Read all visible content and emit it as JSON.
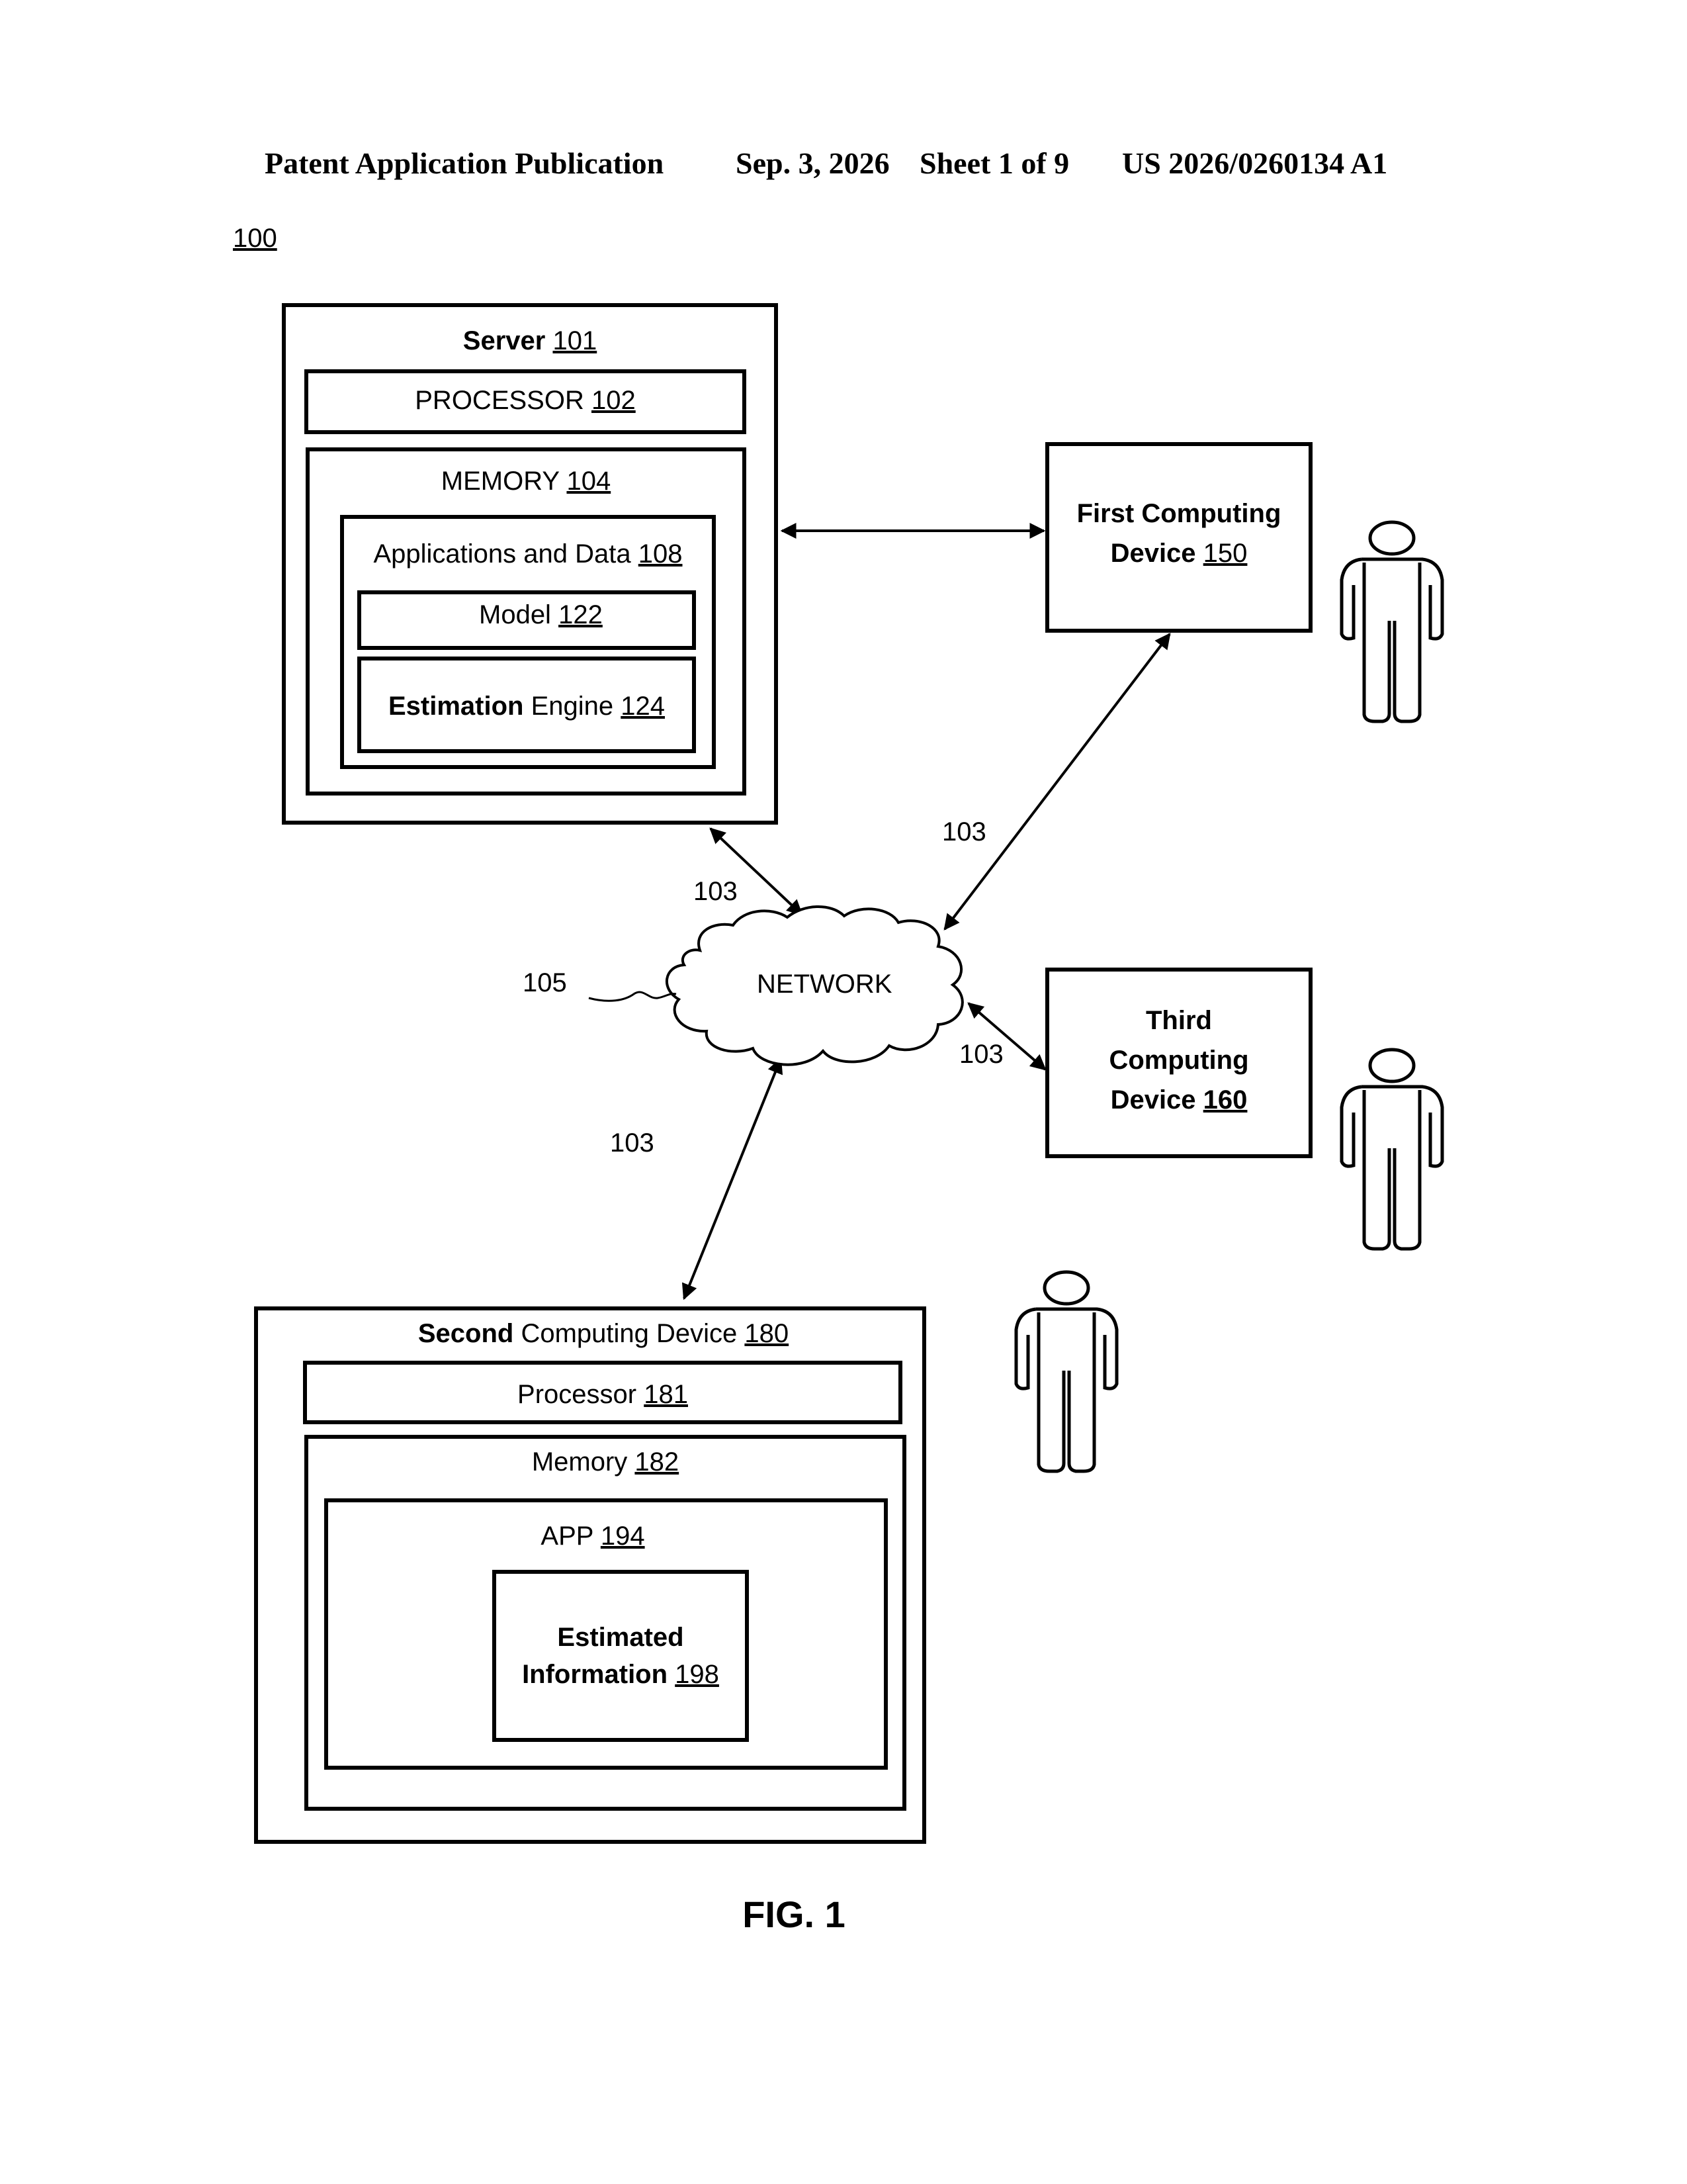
{
  "header": {
    "publication": "Patent Application Publication",
    "date": "Sep. 3, 2026",
    "sheet": "Sheet 1 of 9",
    "number": "US 2026/0260134 A1"
  },
  "figure_ref": "100",
  "server": {
    "title": "Server",
    "ref": "101",
    "processor": {
      "label": "PROCESSOR",
      "ref": "102"
    },
    "memory": {
      "label": "MEMORY",
      "ref": "104"
    },
    "apps": {
      "label": "Applications and Data",
      "ref": "108"
    },
    "model": {
      "label": "Model",
      "ref": "122"
    },
    "engine": {
      "label_bold": "Estimation",
      "label": "Engine",
      "ref": "124"
    }
  },
  "first_device": {
    "line1": "First Computing",
    "line2": "Device",
    "ref": "150"
  },
  "third_device": {
    "line1": "Third",
    "line2": "Computing",
    "line3": "Device",
    "ref": "160"
  },
  "second_device": {
    "title_bold": "Second",
    "title": "Computing Device",
    "ref": "180",
    "processor": {
      "label": "Processor",
      "ref": "181"
    },
    "memory": {
      "label": "Memory",
      "ref": "182"
    },
    "app": {
      "label": "APP",
      "ref": "194"
    },
    "info": {
      "line1": "Estimated",
      "line2": "Information",
      "ref": "198"
    }
  },
  "network": {
    "label": "NETWORK",
    "ref": "105",
    "link_ref": "103"
  },
  "figure_caption": "FIG. 1"
}
